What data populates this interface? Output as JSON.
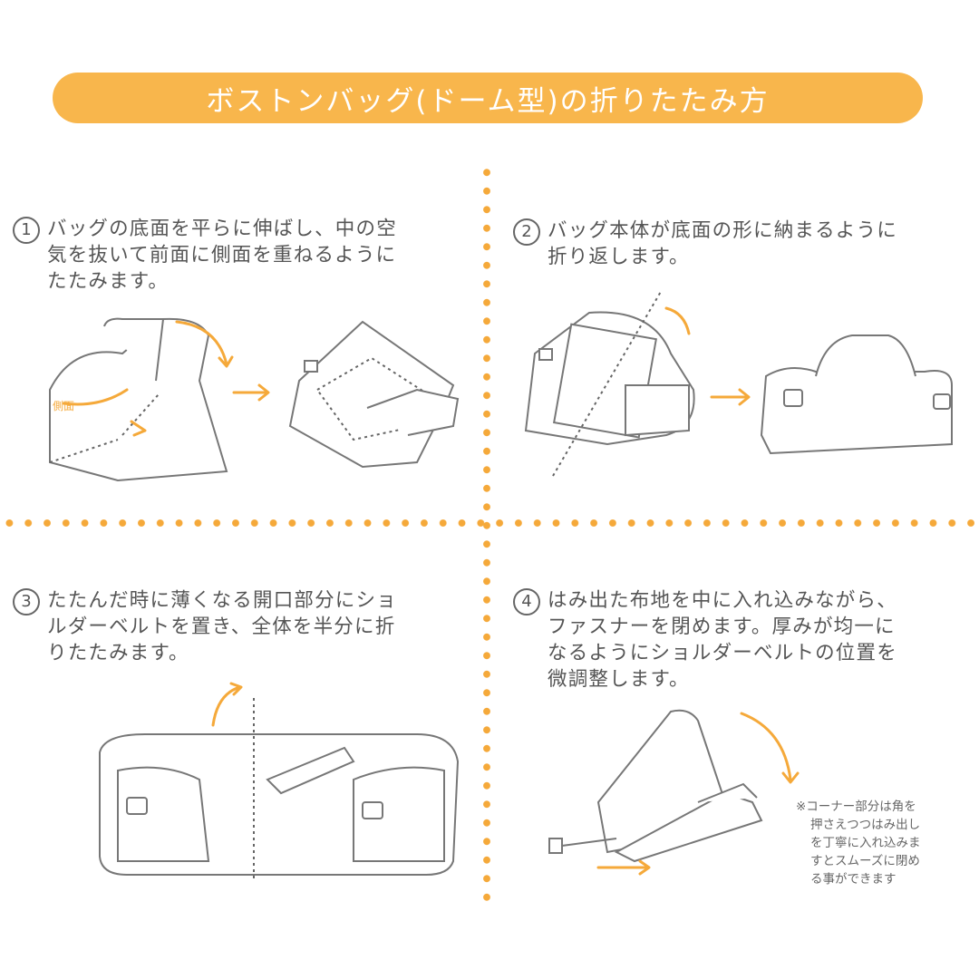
{
  "title": "ボストンバッグ(ドーム型)の折りたたみ方",
  "steps": [
    {
      "number": "1",
      "lines": [
        "バッグの底面を平らに伸ばし、中の空",
        "気を抜いて前面に側面を重ねるように",
        "たたみます。"
      ],
      "label": "側面"
    },
    {
      "number": "2",
      "lines": [
        "バッグ本体が底面の形に納まるように",
        "折り返します。"
      ]
    },
    {
      "number": "3",
      "lines": [
        "たたんだ時に薄くなる開口部分にショ",
        "ルダーベルトを置き、全体を半分に折",
        "りたたみます。"
      ]
    },
    {
      "number": "4",
      "lines": [
        "はみ出た布地を中に入れ込みながら、",
        "ファスナーを閉めます。厚みが均一に",
        "なるようにショルダーベルトの位置を",
        "微調整します。"
      ]
    }
  ],
  "note": [
    "※コーナー部分は角を",
    "押さえつつはみ出し",
    "を丁寧に入れ込みま",
    "すとスムーズに閉め",
    "る事ができます"
  ],
  "colors": {
    "accent": "#F8B64C",
    "text": "#555555"
  }
}
